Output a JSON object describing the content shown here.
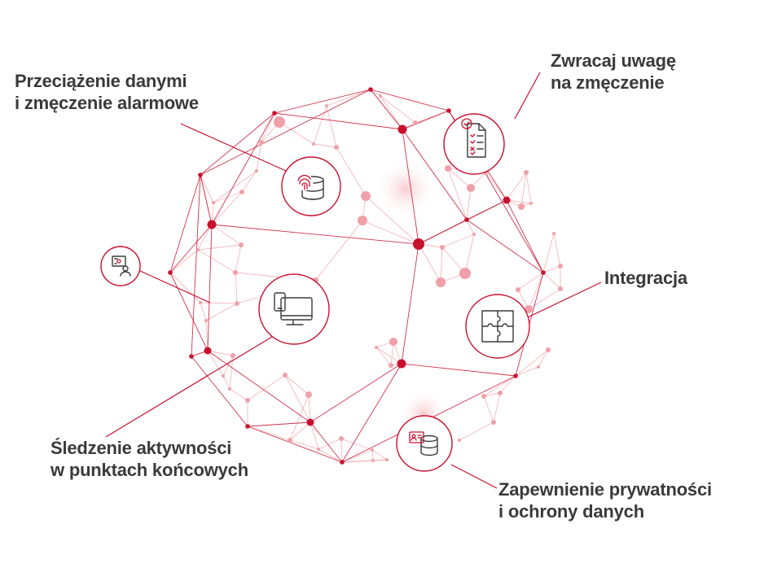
{
  "colors": {
    "accent": "#c8102e",
    "accent_light": "#f0a0a8",
    "text": "#3a3a3a",
    "background": "#ffffff"
  },
  "labels": {
    "overload": [
      "Przeciążenie danymi",
      "i zmęczenie alarmowe"
    ],
    "fatigue": [
      "Zwracaj uwagę",
      "na zmęczenie"
    ],
    "integration": [
      "Integracja"
    ],
    "endpoint": [
      "Śledzenie aktywności",
      "w punktach końcowych"
    ],
    "privacy": [
      "Zapewnienie prywatności",
      "i ochrony danych"
    ]
  },
  "icons": [
    "fingerprint-database-icon",
    "checklist-document-icon",
    "monitor-tablet-icon",
    "puzzle-icon",
    "id-card-database-icon",
    "certificate-user-icon"
  ]
}
